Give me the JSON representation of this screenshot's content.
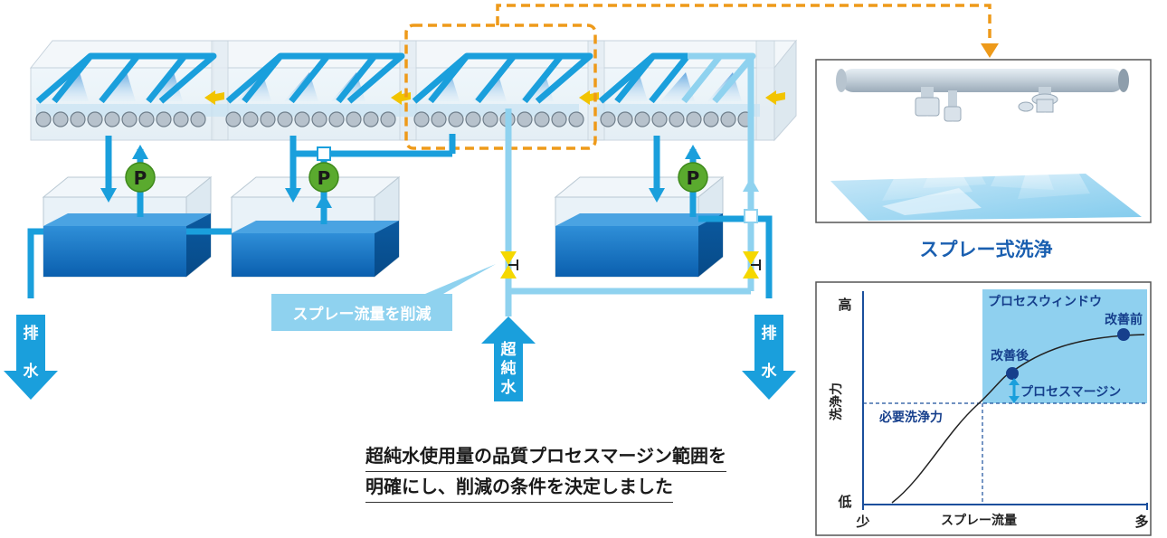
{
  "pump_label": "P",
  "drain_label": "排水",
  "ultrapure_water_label": "超純水",
  "reduce_callout": "スプレー流量を削減",
  "spray_panel_title": "スプレー式洗浄",
  "caption": {
    "line1": "超純水使用量の品質プロセスマージン範囲を",
    "line2": "明確にし、削減の条件を決定しました"
  },
  "graph": {
    "y_high": "高",
    "y_low": "低",
    "y_label": "洗浄力",
    "x_low": "少",
    "x_high": "多",
    "x_label": "スプレー流量",
    "window_label": "プロセスウィンドウ",
    "before_label": "改善前",
    "after_label": "改善後",
    "margin_label": "プロセスマージン",
    "required_label": "必要洗浄力"
  },
  "colors": {
    "pipe_blue": "#1a9fdc",
    "pipe_light": "#8fd2ef",
    "pump_green": "#5aaa2e",
    "valve_yellow": "#f5d800",
    "dash_orange": "#ee9a1a",
    "tank_dark": "#0b66b5",
    "window_fill": "#8fd0ef",
    "point_navy": "#163f8c"
  }
}
